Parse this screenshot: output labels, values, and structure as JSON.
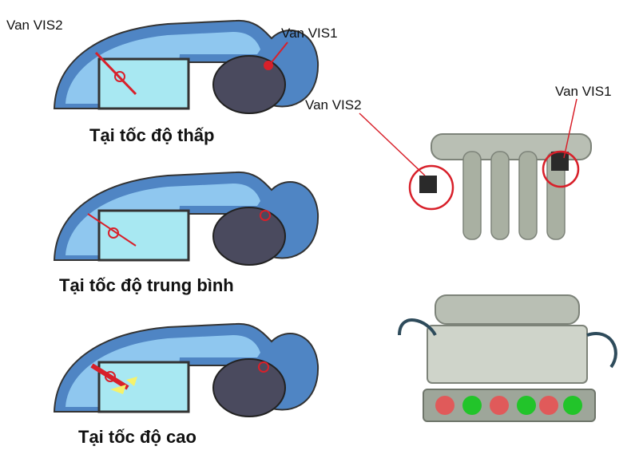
{
  "labels": {
    "vis2_top_left": "Van VIS2",
    "vis1_top_left": "Van VIS1",
    "vis2_photo": "Van VIS2",
    "vis1_photo": "Van VIS1"
  },
  "captions": {
    "low": "Tại tốc độ thấp",
    "mid": "Tại tốc độ trung bình",
    "high": "Tại tốc độ cao"
  },
  "colors": {
    "marker": "#d8202a",
    "intake_blue": "#6fb5e6",
    "chamber_teal": "#9fe3ef",
    "plenum_dark": "#4a4a5e",
    "port_red": "#e05a5a",
    "port_green": "#22c42a",
    "metal": "#b9bfb4"
  }
}
